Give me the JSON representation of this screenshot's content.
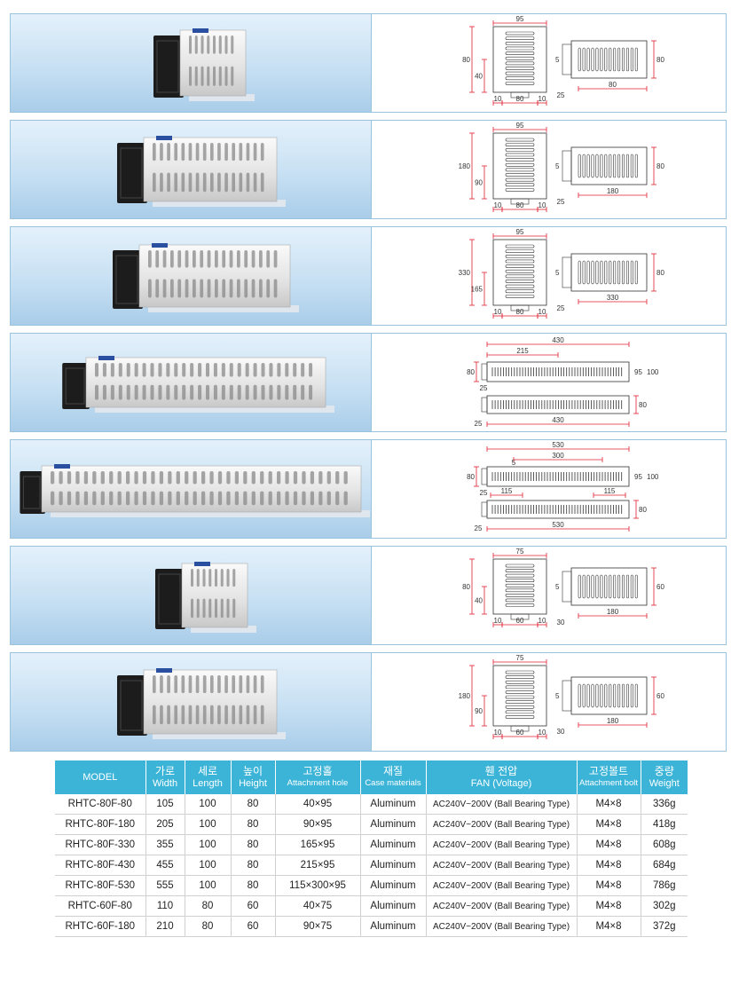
{
  "products": [
    {
      "model": "RHTC-80F-80",
      "dims": {
        "top": "95",
        "left_total": "80",
        "left_half": "40",
        "gap": "5",
        "side_height": "80",
        "side_length": "80",
        "bottom_left": "10",
        "bottom_mid": "80",
        "bottom_right": "10",
        "offset": "25"
      }
    },
    {
      "model": "RHTC-80F-180",
      "dims": {
        "top": "95",
        "left_total": "180",
        "left_half": "90",
        "gap": "5",
        "side_height": "80",
        "side_length": "180",
        "bottom_left": "10",
        "bottom_mid": "80",
        "bottom_right": "10",
        "offset": "25"
      }
    },
    {
      "model": "RHTC-80F-330",
      "dims": {
        "top": "95",
        "left_total": "330",
        "left_half": "165",
        "gap": "5",
        "side_height": "80",
        "side_length": "330",
        "bottom_left": "10",
        "bottom_mid": "80",
        "bottom_right": "10",
        "offset": "25"
      }
    },
    {
      "model": "RHTC-80F-430",
      "dims": {
        "total": "430",
        "half": "215",
        "left_height": "80",
        "right_a": "95",
        "right_b": "100",
        "offset": "25",
        "side_height": "80",
        "side_length": "430",
        "bottom_offset": "25"
      }
    },
    {
      "model": "RHTC-80F-530",
      "dims": {
        "total": "530",
        "mid": "300",
        "mid_gap": "5",
        "left_height": "80",
        "right_a": "95",
        "right_b": "100",
        "offset": "25",
        "side_left": "115",
        "side_right": "115",
        "side_height": "80",
        "side_length": "530",
        "bottom_offset": "25"
      }
    },
    {
      "model": "RHTC-60F-80",
      "dims": {
        "top": "75",
        "left_total": "80",
        "left_half": "40",
        "gap": "5",
        "side_height": "60",
        "side_length": "180",
        "bottom_left": "10",
        "bottom_mid": "60",
        "bottom_right": "10",
        "offset": "30"
      }
    },
    {
      "model": "RHTC-60F-180",
      "dims": {
        "top": "75",
        "left_total": "180",
        "left_half": "90",
        "gap": "5",
        "side_height": "60",
        "side_length": "180",
        "bottom_left": "10",
        "bottom_mid": "60",
        "bottom_right": "10",
        "offset": "30"
      }
    }
  ],
  "table": {
    "headers": [
      {
        "ko": "",
        "en": "MODEL"
      },
      {
        "ko": "가로",
        "en": "Width"
      },
      {
        "ko": "세로",
        "en": "Length"
      },
      {
        "ko": "높이",
        "en": "Height"
      },
      {
        "ko": "고정홀",
        "en": "Attachment hole"
      },
      {
        "ko": "재질",
        "en": "Case materials"
      },
      {
        "ko": "휀 전압",
        "en": "FAN (Voltage)"
      },
      {
        "ko": "고정볼트",
        "en": "Attachment bolt"
      },
      {
        "ko": "중량",
        "en": "Weight"
      }
    ],
    "rows": [
      [
        "RHTC-80F-80",
        "105",
        "100",
        "80",
        "40×95",
        "Aluminum",
        "AC240V~200V (Ball Bearing Type)",
        "M4×8",
        "336g"
      ],
      [
        "RHTC-80F-180",
        "205",
        "100",
        "80",
        "90×95",
        "Aluminum",
        "AC240V~200V (Ball Bearing Type)",
        "M4×8",
        "418g"
      ],
      [
        "RHTC-80F-330",
        "355",
        "100",
        "80",
        "165×95",
        "Aluminum",
        "AC240V~200V (Ball Bearing Type)",
        "M4×8",
        "608g"
      ],
      [
        "RHTC-80F-430",
        "455",
        "100",
        "80",
        "215×95",
        "Aluminum",
        "AC240V~200V (Ball Bearing Type)",
        "M4×8",
        "684g"
      ],
      [
        "RHTC-80F-530",
        "555",
        "100",
        "80",
        "115×300×95",
        "Aluminum",
        "AC240V~200V (Ball Bearing Type)",
        "M4×8",
        "786g"
      ],
      [
        "RHTC-60F-80",
        "110",
        "80",
        "60",
        "40×75",
        "Aluminum",
        "AC240V~200V (Ball Bearing Type)",
        "M4×8",
        "302g"
      ],
      [
        "RHTC-60F-180",
        "210",
        "80",
        "60",
        "90×75",
        "Aluminum",
        "AC240V~200V (Ball Bearing Type)",
        "M4×8",
        "372g"
      ]
    ]
  },
  "colors": {
    "header_bg": "#3cb4d8",
    "dimension_line": "#e02030",
    "frame": "#9cc3de"
  }
}
